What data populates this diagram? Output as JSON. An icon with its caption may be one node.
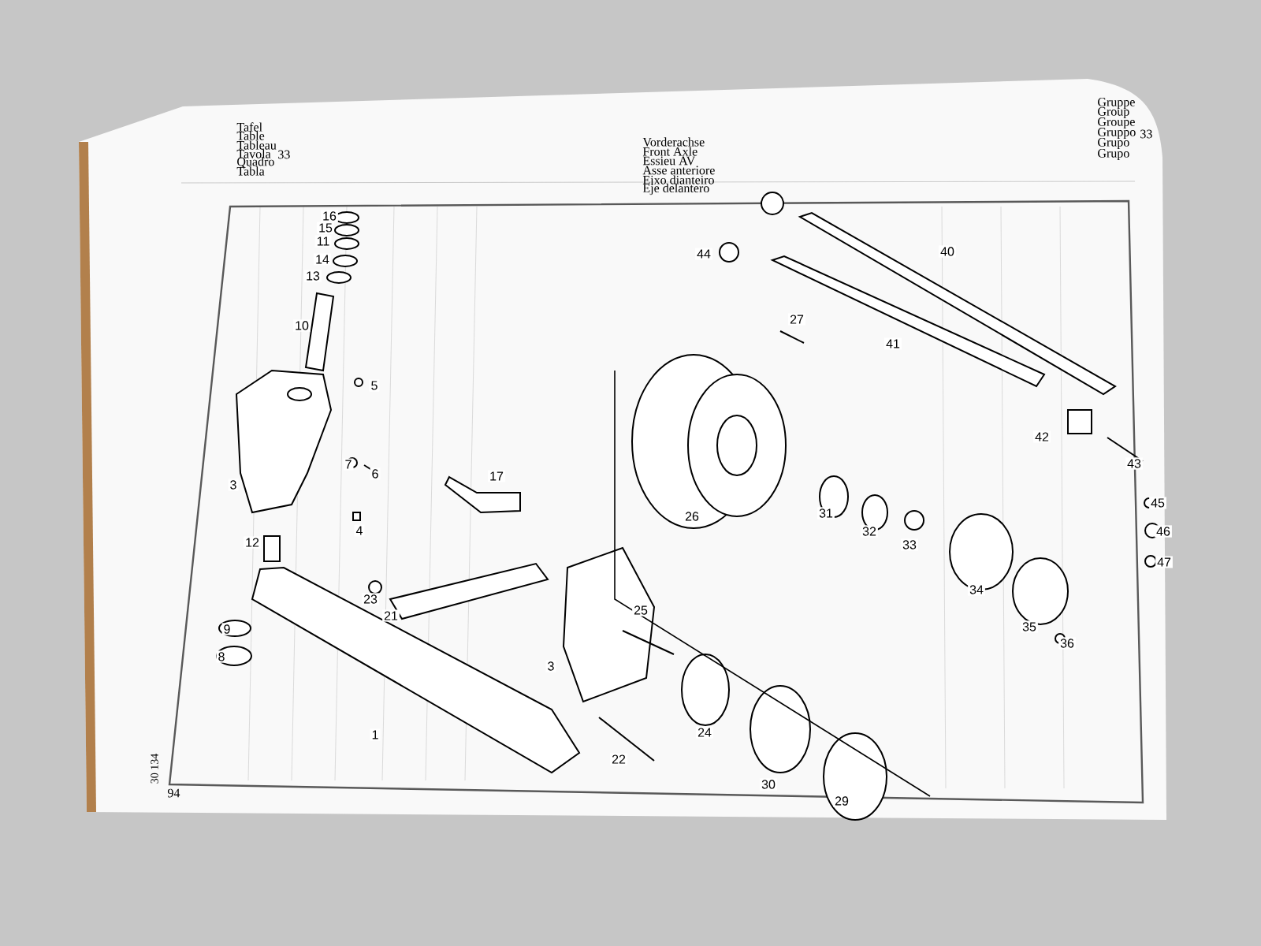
{
  "diagram": {
    "title": "Vorderachse",
    "labels": [
      "Tafel",
      "Table",
      "Tableau",
      "Tavola",
      "Quadro",
      "Tabla",
      "33",
      "Front Axle",
      "Essieu AV",
      "Asse anteriore",
      "Eixo dianteiro",
      "Eje delantero",
      "Gruppe",
      "Group",
      "Groupe",
      "Gruppo",
      "Grupo",
      "Grupo",
      "33",
      "16",
      "15",
      "11",
      "14",
      "13",
      "10",
      "5",
      "3",
      "7",
      "6",
      "4",
      "17",
      "12",
      "23",
      "21",
      "9",
      "8",
      "1",
      "3",
      "25",
      "22",
      "24",
      "30",
      "29",
      "26",
      "27",
      "31",
      "32",
      "33",
      "34",
      "35",
      "36",
      "40",
      "41",
      "44",
      "42",
      "43",
      "45",
      "46",
      "47",
      "30 134",
      "94"
    ]
  }
}
